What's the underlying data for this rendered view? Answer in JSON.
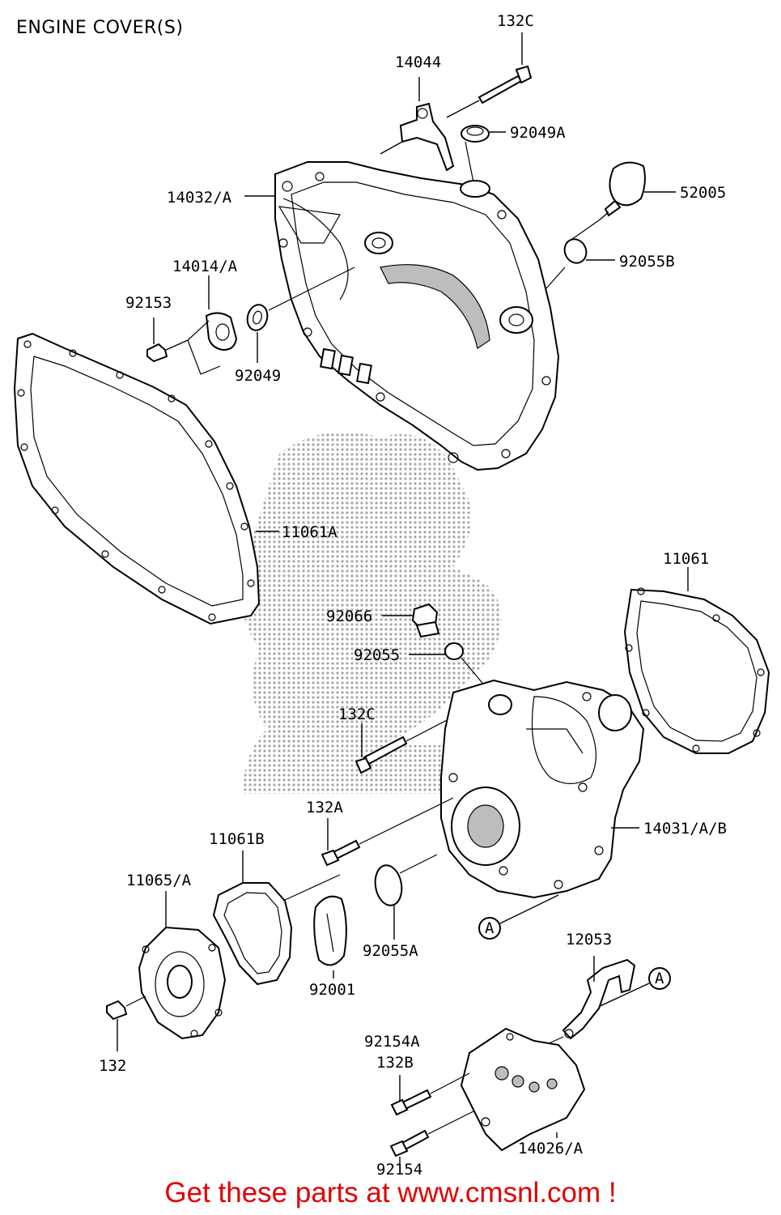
{
  "title": "ENGINE COVER(S)",
  "labels": {
    "l132c_top": "132C",
    "l14044": "14044",
    "l92049a": "92049A",
    "l52005": "52005",
    "l14032a": "14032/A",
    "l92055b": "92055B",
    "l14014a": "14014/A",
    "l92153": "92153",
    "l92049": "92049",
    "l11061a": "11061A",
    "l11061": "11061",
    "l92066": "92066",
    "l92055": "92055",
    "l132c_mid": "132C",
    "l132a": "132A",
    "l14031": "14031/A/B",
    "l11061b": "11061B",
    "l11065a": "11065/A",
    "l92055a": "92055A",
    "l92001": "92001",
    "l132": "132",
    "l12053": "12053",
    "l92154a": "92154A",
    "l132b": "132B",
    "l14026a": "14026/A",
    "l92154": "92154"
  },
  "markers": {
    "ref_a": "A"
  },
  "footer": {
    "text": "Get these parts at www.cmsnl.com !",
    "color": "#e00000"
  }
}
